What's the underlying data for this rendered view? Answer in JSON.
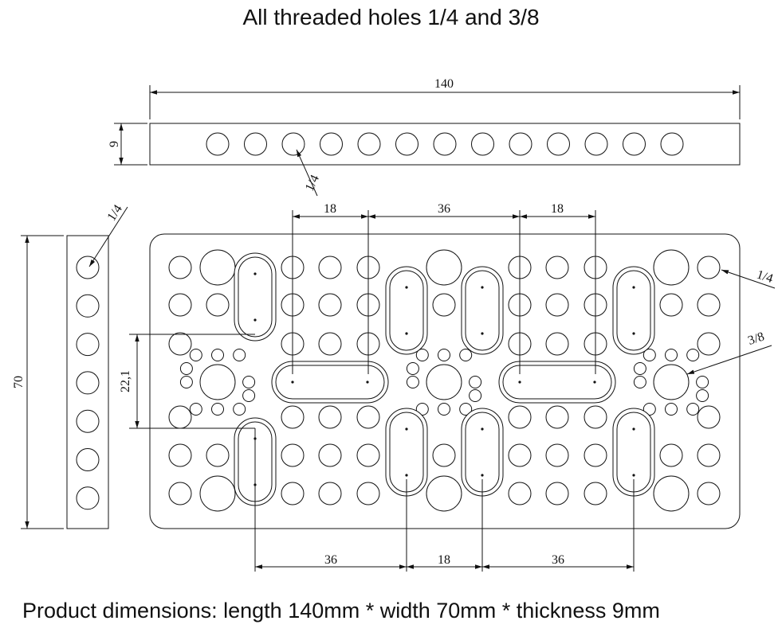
{
  "title": "All threaded holes 1/4 and 3/8",
  "footer": "Product dimensions: length 140mm * width 70mm * thickness 9mm",
  "dimensions": {
    "length": "140",
    "thickness": "9",
    "width": "70",
    "top_gap_left": "18",
    "top_gap_mid": "36",
    "top_gap_right": "18",
    "side_gap": "22,1",
    "bottom_gap_left": "36",
    "bottom_gap_mid": "18",
    "bottom_gap_right": "36"
  },
  "callouts": {
    "top_view_hole": "1/4",
    "side_view_hole": "1/4",
    "plate_small_hole": "1/4",
    "plate_large_hole": "3/8"
  }
}
